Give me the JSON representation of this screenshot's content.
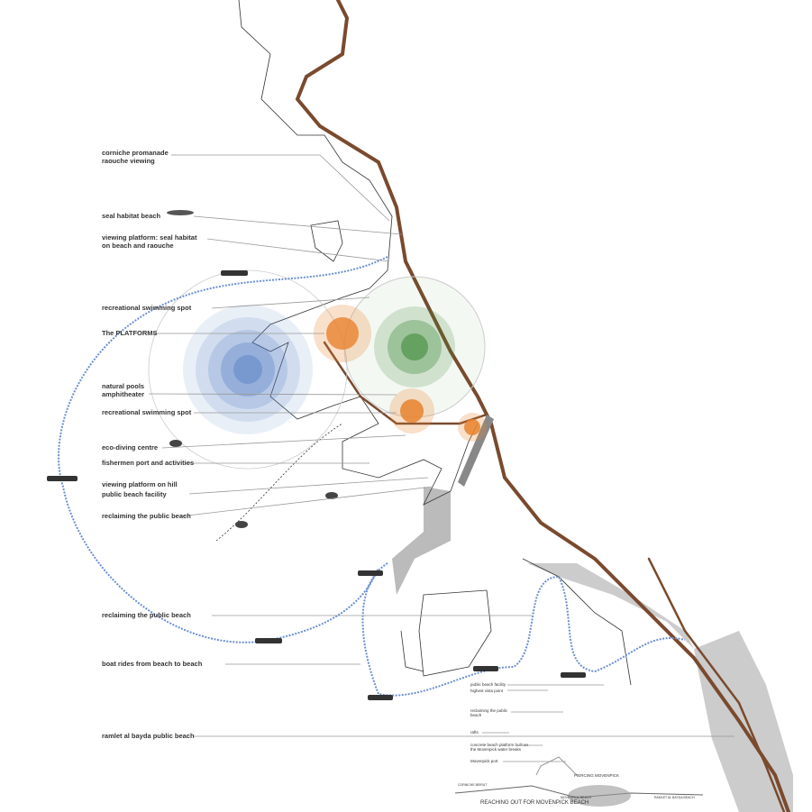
{
  "labels": {
    "corniche_1": "corniche promanade",
    "corniche_2": "raouche viewing",
    "seal_beach": "seal habitat beach",
    "viewing_1": "viewing platform: seal habitat",
    "viewing_2": "on beach and raouche",
    "swim_1": "recreational swimming spot",
    "platforms": "The PLATFORMS",
    "natural_pools": "natural pools",
    "amphitheater": "amphitheater",
    "swim_2": "recreational swimming spot",
    "eco_diving": "eco-diving centre",
    "fishermen": "fishermen port and activities",
    "viewing_hill": "viewing platform on hill",
    "public_facility": "public beach facility",
    "reclaim_1": "reclaiming the public beach",
    "reclaim_2": "reclaiming the public beach",
    "boat_rides": "boat rides from beach to beach",
    "ramlet": "ramlet al bayda public beach"
  },
  "detail": {
    "facility": "public beach facility",
    "vista": "highest vista point",
    "reclaim_1": "reclaiming the public",
    "reclaim_2": "beach",
    "rafts": "rafts",
    "concrete_1": "concrete beach platform built on",
    "concrete_2": "the Movenpick water breaks",
    "port": "Movenpick port"
  },
  "section": {
    "piercing": "PIERCING MOVENPICK",
    "corniche": "CORNICHE BEIRUT",
    "reaching": "REACHING OUT FOR MOVENPICK BEACH",
    "movenpick_beach": "MOVENPICK BEACH",
    "ramlet_beach": "RAMLET AL BAYDA BEACH"
  },
  "colors": {
    "road": "#7a4a2e",
    "blue": "#4a78c0",
    "green": "#3f8a3a",
    "orange": "#e8822e",
    "boat_path": "#6b8fd0"
  }
}
